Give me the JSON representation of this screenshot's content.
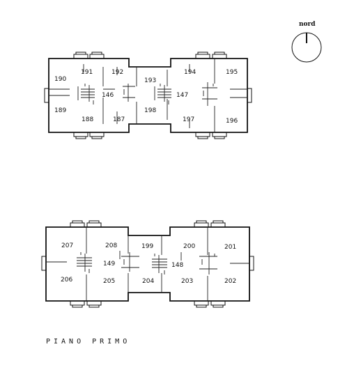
{
  "compass": {
    "label": "nord"
  },
  "floor_caption": "PIANO PRIMO",
  "upper_block": {
    "rooms": [
      "190",
      "191",
      "192",
      "193",
      "194",
      "195",
      "189",
      "188",
      "187",
      "198",
      "197",
      "196"
    ],
    "stairs": [
      "146",
      "147"
    ]
  },
  "lower_block": {
    "rooms": [
      "207",
      "208",
      "199",
      "200",
      "201",
      "206",
      "205",
      "204",
      "203",
      "202"
    ],
    "stairs": [
      "149",
      "148"
    ]
  }
}
